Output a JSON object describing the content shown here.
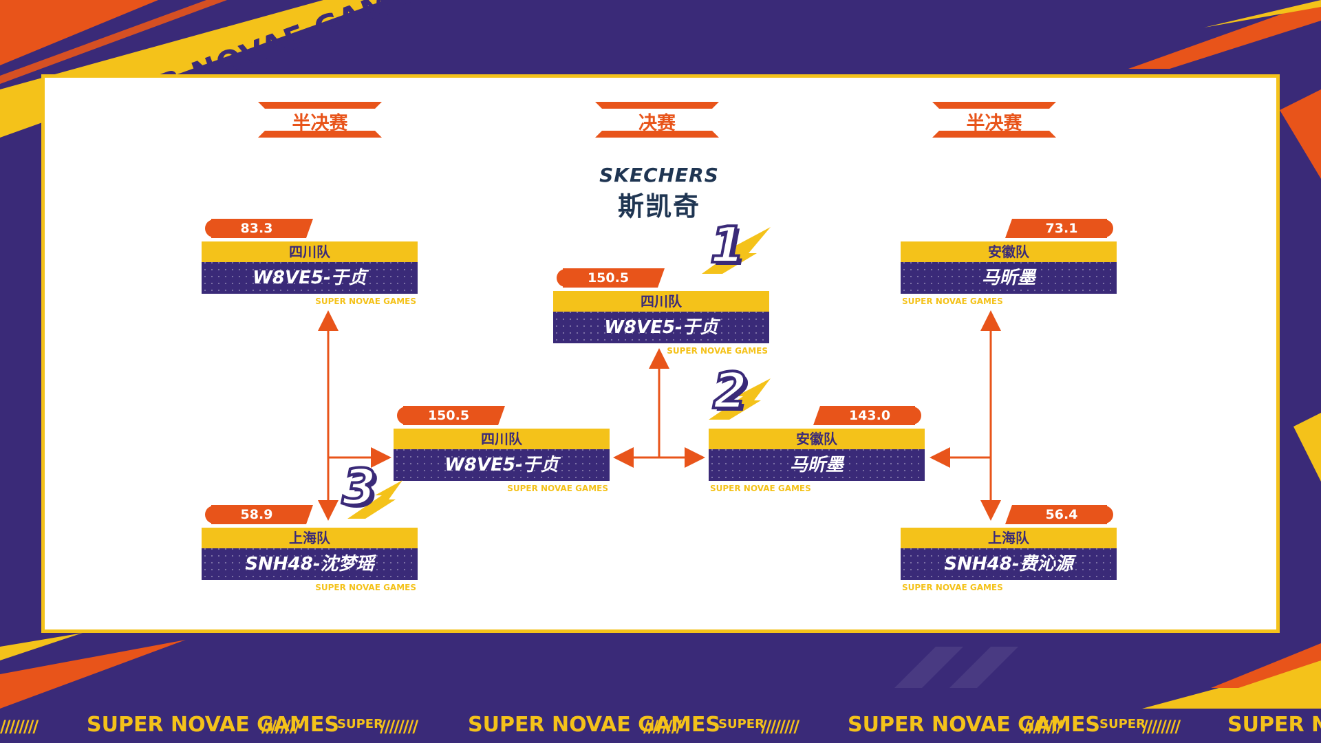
{
  "brand": {
    "banner_text": "SUPER NOVAE GAMES",
    "watermark": "SUPER NOVAE GAMES",
    "mini_logo": "SUPER"
  },
  "colors": {
    "purple": "#3a2a78",
    "orange": "#e8541a",
    "yellow": "#f4c21a",
    "white": "#ffffff"
  },
  "stages": {
    "left": "半决赛",
    "center": "决赛",
    "right": "半决赛"
  },
  "sponsor": {
    "name_en": "SKECHERS",
    "name_cn": "斯凯奇"
  },
  "ranks": {
    "first": "1",
    "second": "2",
    "third": "3"
  },
  "cards": {
    "semi_left_top": {
      "score": "83.3",
      "team": "四川队",
      "player": "W8VE5-于贞"
    },
    "semi_left_bottom": {
      "score": "58.9",
      "team": "上海队",
      "player": "SNH48-沈梦瑶"
    },
    "semi_right_top": {
      "score": "73.1",
      "team": "安徽队",
      "player": "马昕墨"
    },
    "semi_right_bottom": {
      "score": "56.4",
      "team": "上海队",
      "player": "SNH48-费沁源"
    },
    "final_left": {
      "score": "150.5",
      "team": "四川队",
      "player": "W8VE5-于贞"
    },
    "final_right": {
      "score": "143.0",
      "team": "安徽队",
      "player": "马昕墨"
    },
    "champion": {
      "score": "150.5",
      "team": "四川队",
      "player": "W8VE5-于贞"
    }
  }
}
